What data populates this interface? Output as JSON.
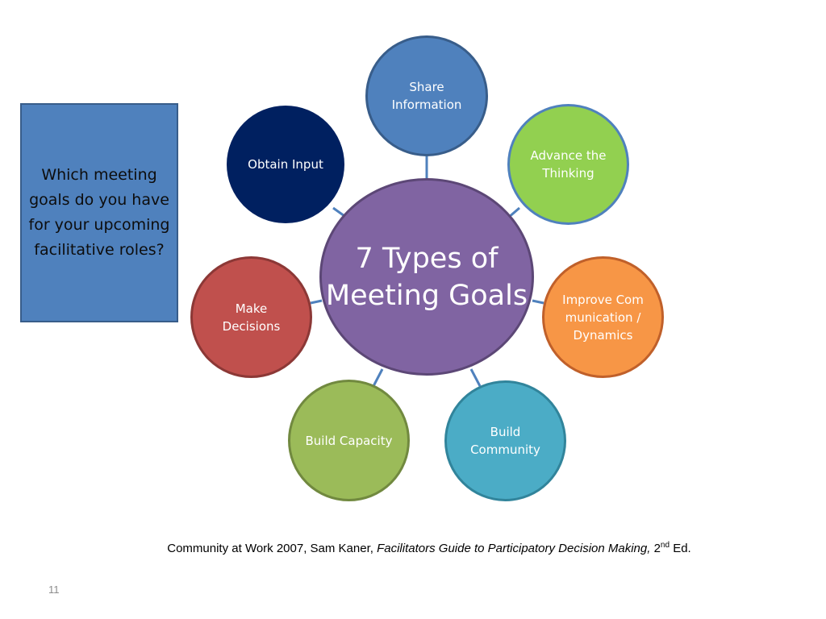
{
  "question": "Which meeting goals do you have for your upcoming facilitative roles?",
  "center": "7 Types of Meeting Goals",
  "goals": [
    "Share Information",
    "Advance the Thinking",
    "Improve Communication / Dynamics",
    "Build Community",
    "Build Capacity",
    "Make Decisions",
    "Obtain Input"
  ],
  "citation": {
    "prefix": "Community at Work 2007, Sam Kaner, ",
    "title": "Facilitators Guide to Participatory Decision Making,",
    "edition_number": " 2",
    "edition_suffix": "nd",
    "after": " Ed."
  },
  "page_number": "11",
  "colors": {
    "question_box": "#4f81bd",
    "center": "#8064a2",
    "share": "#4f81bd",
    "advance": "#92d050",
    "improve": "#f79646",
    "community": "#4bacc6",
    "capacity": "#9bbb59",
    "decisions": "#c0504d",
    "input": "#002060",
    "connector": "#4f81bd"
  }
}
